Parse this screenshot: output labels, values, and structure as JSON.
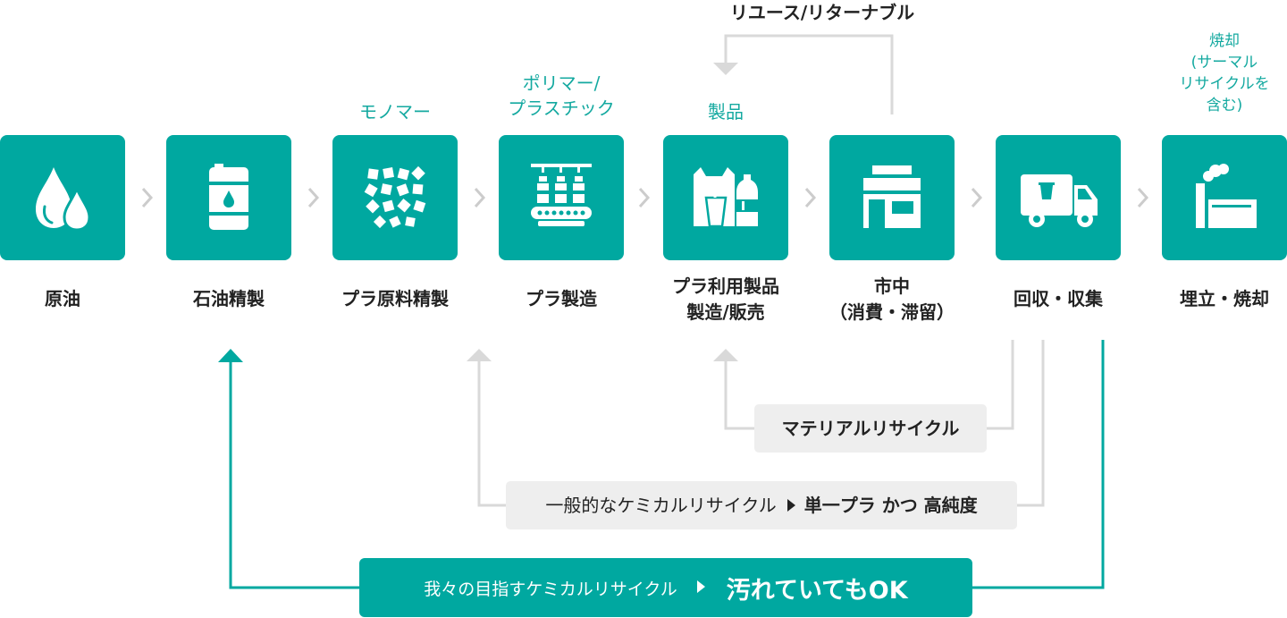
{
  "colors": {
    "teal": "#00a8a0",
    "teal_text": "#14a9a0",
    "grey_line": "#d9d9d9",
    "grey_box": "#eeeeee"
  },
  "stages": [
    {
      "label": "原油",
      "top_label": "",
      "icon": "oil-drops-icon"
    },
    {
      "label": "石油精製",
      "top_label": "",
      "icon": "oil-barrel-icon"
    },
    {
      "label": "プラ原料精製",
      "top_label": "モノマー",
      "icon": "monomer-pellets-icon"
    },
    {
      "label": "プラ製造",
      "top_label": "ポリマー/\nプラスチック",
      "icon": "bottling-line-icon"
    },
    {
      "label": "プラ利用製品\n製造/販売",
      "top_label": "製品",
      "icon": "plastic-products-icon"
    },
    {
      "label": "市中\n（消費・滞留）",
      "top_label": "",
      "icon": "store-icon"
    },
    {
      "label": "回収・収集",
      "top_label": "",
      "icon": "garbage-truck-icon"
    },
    {
      "label": "埋立・焼却",
      "top_label": "焼却\n(サーマル\nリサイクルを\n含む)",
      "icon": "incinerator-icon"
    }
  ],
  "reuse_label": "リユース/リターナブル",
  "material_recycle_label": "マテリアルリサイクル",
  "general_chem": {
    "prefix": "一般的なケミカルリサイクル",
    "suffix": "単一プラ かつ 高純度"
  },
  "our_chem": {
    "prefix": "我々の目指すケミカルリサイクル",
    "suffix": "汚れていてもOK"
  }
}
